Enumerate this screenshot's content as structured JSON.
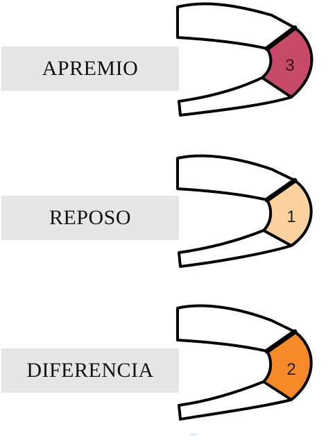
{
  "panels": [
    {
      "label": "APREMIO",
      "value": "3",
      "color": "#c64a68",
      "text_color": "#3a0f1c"
    },
    {
      "label": "REPOSO",
      "value": "1",
      "color": "#fcd1a0",
      "text_color": "#1f1f1f"
    },
    {
      "label": "DIFERENCIA",
      "value": "2",
      "color": "#f78a28",
      "text_color": "#1f1f1f"
    }
  ]
}
